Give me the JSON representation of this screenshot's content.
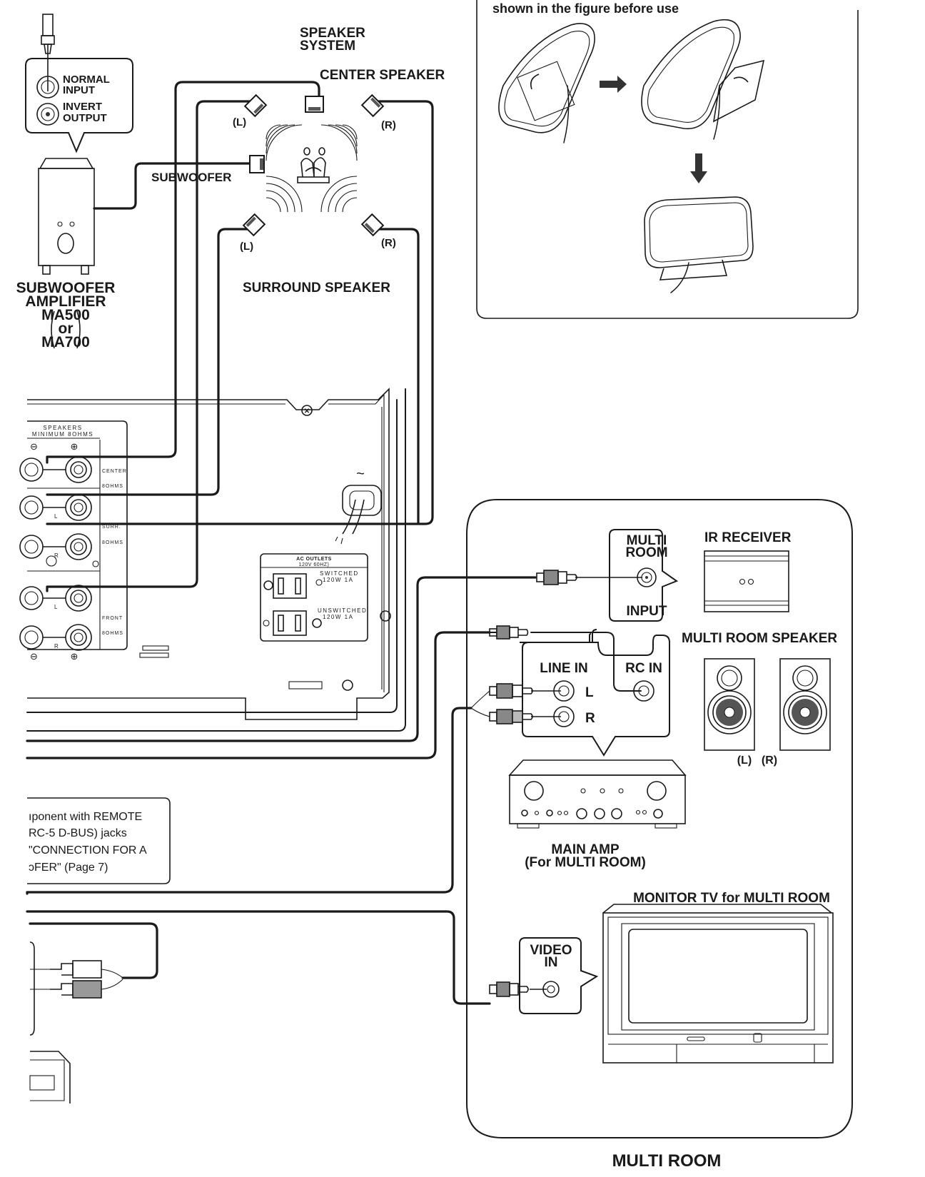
{
  "top_cut_text": "shown in the figure before use",
  "speaker_system": {
    "title_line1": "SPEAKER",
    "title_line2": "SYSTEM",
    "center_label": "CENTER SPEAKER",
    "front_left": "(L)",
    "front_right": "(R)",
    "subwoofer_label": "SUBWOOFER",
    "surround_left": "(L)",
    "surround_right": "(R)",
    "surround_label": "SURROUND SPEAKER"
  },
  "subwoofer_amp": {
    "callout_normal_line1": "NORMAL",
    "callout_normal_line2": "INPUT",
    "callout_invert_line1": "INVERT",
    "callout_invert_line2": "OUTPUT",
    "label_line1": "SUBWOOFER",
    "label_line2": "AMPLIFIER",
    "model_line1": "MA500",
    "model_line2": "or",
    "model_line3": "MA700"
  },
  "receiver": {
    "speakers_header_line1": "SPEAKERS",
    "speakers_header_line2": "MINIMUM  8OHMS",
    "minus_symbol": "⊖",
    "plus_symbol": "⊕",
    "terminal_labels": [
      "CENTER",
      "8OHMS",
      "SURR.",
      "8OHMS",
      "FRONT",
      "8OHMS"
    ],
    "channel_marks": [
      "L",
      "R",
      "L",
      "R"
    ],
    "ac_outlets_title": "AC OUTLETS",
    "ac_outlets_spec": "120V 60HZ)",
    "switched_label": "SWITCHED",
    "switched_spec": "120W  1A",
    "unswitched_label": "UNSWITCHED",
    "unswitched_spec": "120W  1A",
    "ac_symbol": "~"
  },
  "left_note": {
    "lines": [
      "ıponent with REMOTE",
      " RC-5 D-BUS) jacks",
      "\"CONNECTION FOR A",
      "ɔFER\"  (Page 7)"
    ]
  },
  "multi_room": {
    "section_title": "MULTI ROOM",
    "jack_callout_line1": "MULTI",
    "jack_callout_line2": "ROOM",
    "jack_callout_line3": "INPUT",
    "ir_receiver_label": "IR RECEIVER",
    "speaker_label": "MULTI ROOM SPEAKER",
    "speaker_left": "(L)",
    "speaker_right": "(R)",
    "line_in_label": "LINE IN",
    "rc_in_label": "RC IN",
    "line_l": "L",
    "line_r": "R",
    "main_amp_line1": "MAIN AMP",
    "main_amp_line2": "(For MULTI ROOM)",
    "tv_label": "MONITOR TV for MULTI ROOM",
    "video_in_line1": "VIDEO",
    "video_in_line2": "IN"
  }
}
